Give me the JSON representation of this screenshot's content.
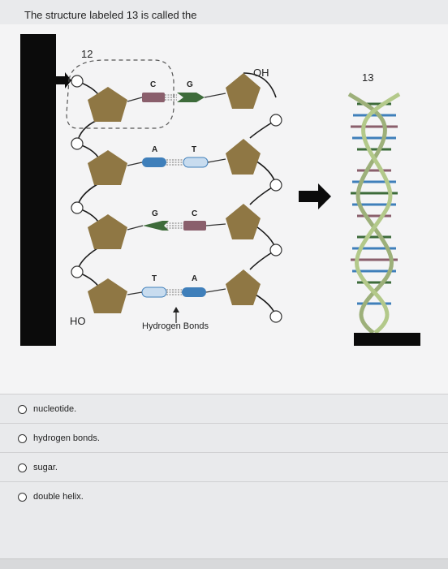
{
  "question": "The structure labeled 13 is called the",
  "figure": {
    "label_12": "12",
    "label_13": "13",
    "label_oh": "OH",
    "label_ho": "HO",
    "hydrogen_bonds_caption": "Hydrogen Bonds",
    "base_pairs": [
      {
        "left": "C",
        "right": "G",
        "left_color": "#8a5f6c",
        "right_color": "#3d6b3a"
      },
      {
        "left": "A",
        "right": "T",
        "left_color": "#3f7fba",
        "right_color": "#c8dcef"
      },
      {
        "left": "G",
        "right": "C",
        "left_color": "#3d6b3a",
        "right_color": "#8a5f6c"
      },
      {
        "left": "T",
        "right": "A",
        "left_color": "#c8dcef",
        "right_color": "#3f7fba"
      }
    ],
    "colors": {
      "sugar": "#8f7744",
      "backbone": "#1a1a1a",
      "helix": "#b3c98a"
    }
  },
  "options": [
    {
      "label": "nucleotide."
    },
    {
      "label": "hydrogen bonds."
    },
    {
      "label": "sugar."
    },
    {
      "label": "double helix."
    }
  ]
}
